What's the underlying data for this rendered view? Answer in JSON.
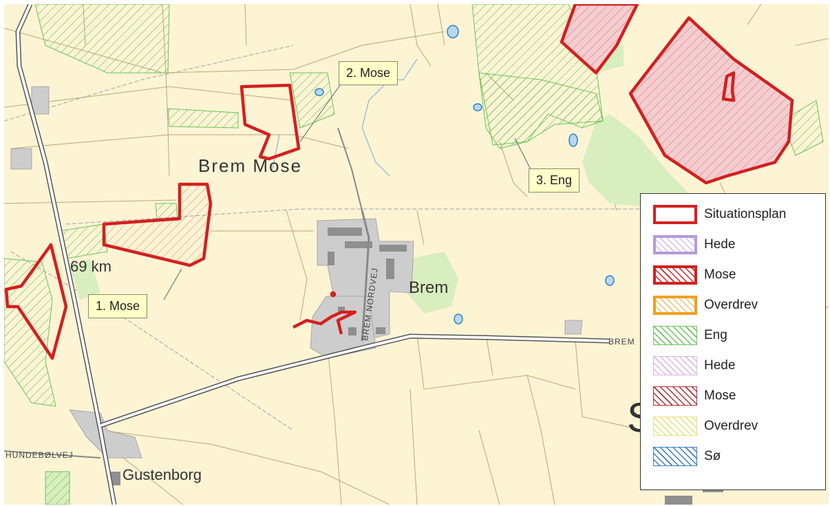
{
  "map": {
    "place_labels": {
      "brem_mose": "Brem Mose",
      "brem": "Brem",
      "gustenborg": "Gustenborg",
      "distance": "69 km",
      "partial_s": "S"
    },
    "road_labels": {
      "brem_nordvej": "BREM NORDVEJ",
      "hundeboelvej": "HUNDEBØLVEJ",
      "brem_road": "BREM"
    },
    "callouts": {
      "mose_1": "1. Mose",
      "mose_2": "2. Mose",
      "eng_3": "3. Eng"
    },
    "colors": {
      "background": "#fdf4d4",
      "situationsplan": "#d41f1f",
      "eng": "#69c35a",
      "meadow_fill": "#d9eebf",
      "building": "#9a9a9a",
      "settlement": "#cccccc",
      "water": "#2f80c6"
    }
  },
  "legend": {
    "items": [
      {
        "label": "Situationsplan",
        "style": "outline",
        "stroke": "#d41f1f"
      },
      {
        "label": "Hede",
        "style": "outline-hatch",
        "stroke": "#b59ad8",
        "hatch": "#cfc0e6"
      },
      {
        "label": "Mose",
        "style": "outline-hatch",
        "stroke": "#d41f1f",
        "hatch": "#d41f1f"
      },
      {
        "label": "Overdrev",
        "style": "outline-hatch",
        "stroke": "#f0a020",
        "hatch": "#f0c070"
      },
      {
        "label": "Eng",
        "style": "hatch-border",
        "stroke": "#69c35a",
        "hatch": "#69c35a"
      },
      {
        "label": "Hede",
        "style": "hatch-border",
        "stroke": "#d9b6e6",
        "hatch": "#d9b6e6"
      },
      {
        "label": "Mose",
        "style": "hatch-border",
        "stroke": "#b03030",
        "hatch": "#b03030"
      },
      {
        "label": "Overdrev",
        "style": "hatch-border",
        "stroke": "#e6e07a",
        "hatch": "#e6e07a"
      },
      {
        "label": "Sø",
        "style": "hatch-border",
        "stroke": "#3a7ac0",
        "hatch": "#3a7ac0"
      }
    ]
  }
}
